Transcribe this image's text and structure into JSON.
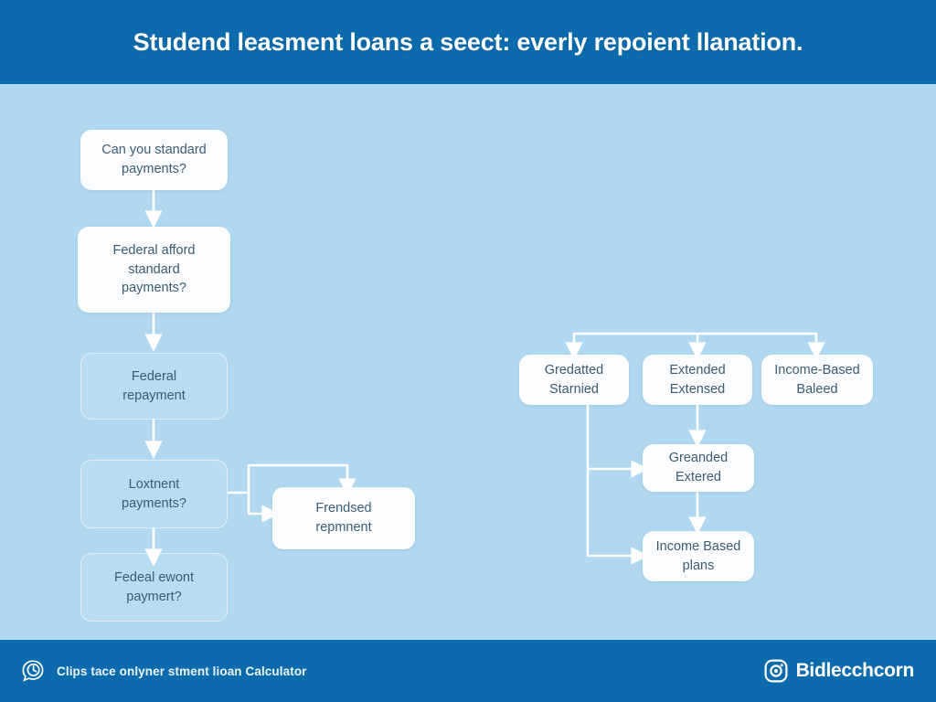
{
  "header": {
    "title": "Studend leasment loans a seect: everly repoient llanation.",
    "bg_color": "#0b6bac",
    "text_color": "#ffffff"
  },
  "canvas": {
    "bg_color": "#b0d8f0",
    "node_text_color": "#3a5c73",
    "connector_color": "#ffffff"
  },
  "flowchart": {
    "left_column": [
      {
        "id": "can-you-standard-payments",
        "label": "Can you standard\npayments?",
        "style": "solid"
      },
      {
        "id": "federal-afford-standard-payments",
        "label": "Federal afford\nstandard\npayments?",
        "style": "solid"
      },
      {
        "id": "federal-repayment",
        "label": "Federal\nrepayment",
        "style": "ghost"
      },
      {
        "id": "loxtnent-payments",
        "label": "Loxtnent\npayments?",
        "style": "ghost"
      },
      {
        "id": "fedeal-ewont-paymert",
        "label": "Fedeal ewont\npaymert?",
        "style": "ghost"
      }
    ],
    "branch_node": {
      "id": "frendsed-repmnent",
      "label": "Frendsed\nrepmnent",
      "style": "solid"
    },
    "right_top_row": [
      {
        "id": "gredatted-starnied",
        "label": "Gredatted\nStarnied",
        "style": "solid"
      },
      {
        "id": "extended-extensed",
        "label": "Extended\nExtensed",
        "style": "solid"
      },
      {
        "id": "income-based-baleed",
        "label": "Income-Based\nBaleed",
        "style": "solid"
      }
    ],
    "right_lower": [
      {
        "id": "greanded-extered",
        "label": "Greanded\nExtered",
        "style": "solid"
      },
      {
        "id": "income-based-plans",
        "label": "Income Based\nplans",
        "style": "solid"
      }
    ]
  },
  "footer": {
    "bg_color": "#0b6bac",
    "note": "Clips tace onlyner stment lioan Calculator",
    "note_icon": "clock-chat-icon",
    "brand": "Bidlecchcorn",
    "brand_icon": "camera-circle-icon"
  }
}
